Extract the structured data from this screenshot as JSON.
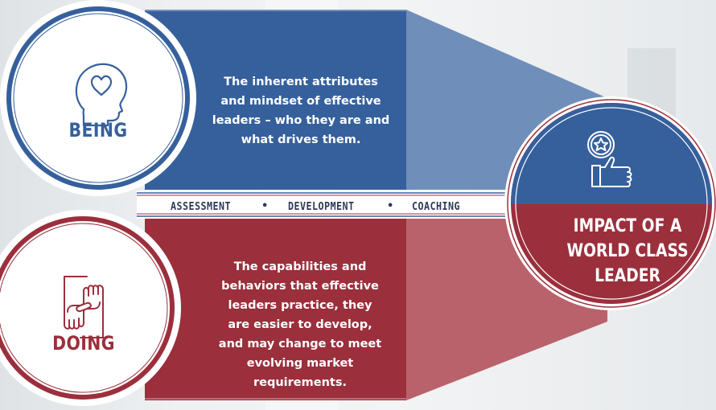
{
  "being": {
    "label": "BEING",
    "description": "The inherent attributes and mindset of effective leaders – who they are and what drives them.",
    "icon": "head-heart-icon",
    "color": "#36609c"
  },
  "doing": {
    "label": "DOING",
    "description": "The capabilities and behaviors that effective leaders practice, they are easier to develop, and may change to meet evolving market requirements.",
    "icon": "hands-frame-icon",
    "color": "#9b2f3c"
  },
  "strip": {
    "items": [
      "ASSESSMENT",
      "DEVELOPMENT",
      "COACHING"
    ],
    "separator": "•"
  },
  "impact": {
    "label": "IMPACT OF A WORLD CLASS LEADER",
    "icon": "thumbs-up-star-icon"
  }
}
